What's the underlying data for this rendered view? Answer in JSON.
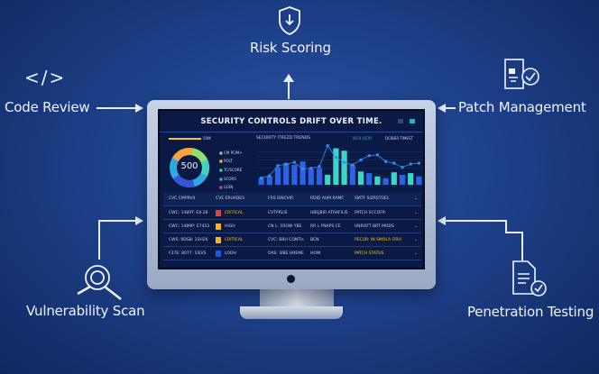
{
  "labels": {
    "risk_scoring": "Risk Scoring",
    "code_review": "Code Review",
    "patch_management": "Patch Management",
    "vulnerability_scan": "Vulnerability Scan",
    "penetration_testing": "Penetration Testing",
    "code_icon_text": "</>"
  },
  "dashboard": {
    "title": "SECURITY CONTROLS DRIFT OVER TIME.",
    "donut_value": "500",
    "donut_header": "50M",
    "legend": [
      "CM PCIM+",
      "POLT",
      "TC/SCORE",
      "SCORS",
      "LESN"
    ],
    "chart_title": "SECURITY ITREZD TRENDS",
    "chart_tab1": "IIICH LICIIY",
    "chart_tab2": "DCIBER TIMEST",
    "table": {
      "headers": [
        "CVC CMPRVII",
        "CVE ERUADES",
        "FRS IENCVIR",
        "RDID AUM RAMF",
        "SMTF SIZRSTOEL"
      ],
      "rows": [
        {
          "id": "CWC: 1489T: EX-28",
          "severity": "CRITICAL",
          "sev_color": "#e0434a",
          "c3": "CVTPRLIS",
          "c4": "UBEJBIR ATRAFILIS",
          "status": "PATCH SCCOFR",
          "status_highlight": false
        },
        {
          "id": "CWC: 1489P: E7423",
          "severity": "HIGH",
          "sev_color": "#f3b623",
          "c3": "CN L: 1ROW YBE",
          "c4": "RR L FNAPS CE",
          "status": "UNROFT BRT MODS",
          "status_highlight": false
        },
        {
          "id": "CWS: 9DSB: 1SH26",
          "severity": "CRITICAL",
          "sev_color": "#f3b623",
          "c3": "CVC: BBU CONTIs",
          "c4": "BCN",
          "status": "PECUR: IN SMOLA FIRH",
          "status_highlight": true
        },
        {
          "id": "F27E: 8077: 1IEVS",
          "severity": "LOOH",
          "sev_color": "#1f58d8",
          "c3": "OAS: 3IBE HREME",
          "c4": "HOW",
          "status": "PATCH STATUS",
          "status_highlight": true
        }
      ]
    }
  },
  "chart_data": {
    "type": "bar",
    "title": "SECURITY ITREZD TRENDS",
    "bars": [
      8,
      10,
      21,
      26,
      24,
      28,
      19,
      20,
      12,
      44,
      41,
      24,
      16,
      14,
      10,
      8,
      15,
      12,
      14,
      10
    ],
    "line": [
      8,
      11,
      23,
      25,
      27,
      19,
      20,
      22,
      47,
      33,
      27,
      24,
      30,
      35,
      36,
      28,
      26,
      21,
      25,
      26
    ],
    "ylim": [
      0,
      50
    ],
    "legend_position": "none"
  },
  "colors": {
    "background": "#1d3f88",
    "screen": "#0b1a44",
    "accent": "#3ac3d8",
    "highlight": "#f3c623"
  }
}
